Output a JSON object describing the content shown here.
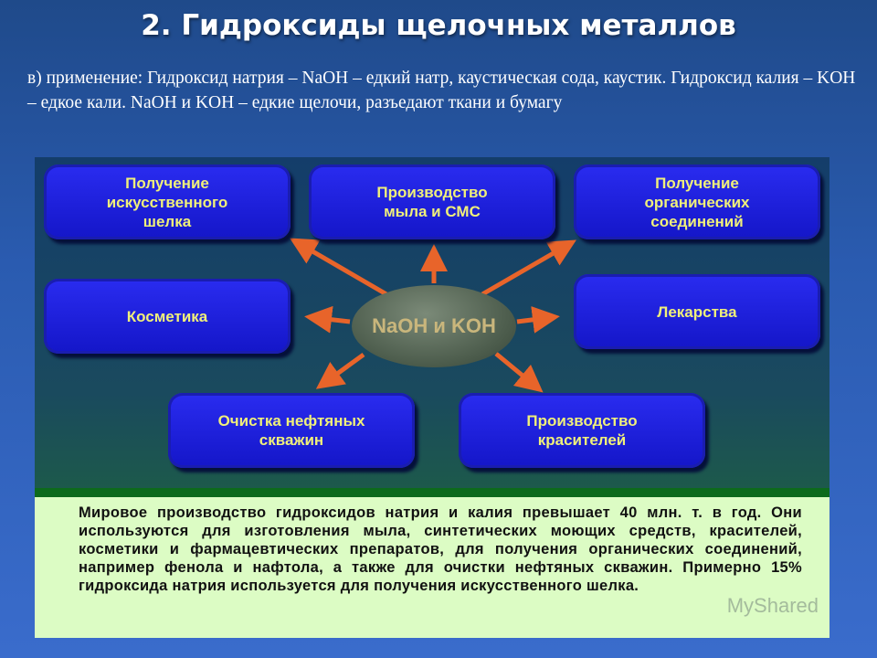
{
  "title": "2. Гидроксиды щелочных металлов",
  "intro": "в) применение: Гидроксид натрия – NaOH – едкий натр, каустическая сода, каустик. Гидроксид калия – KOH – едкое кали. NaOH и KOH – едкие щелочи, разъедают ткани и бумагу",
  "diagram": {
    "center": "NaOH и KOH",
    "boxes": [
      "Получение\nискусственного\nшелка",
      "Производство\nмыла и СМС",
      "Получение\nорганических\nсоединений",
      "Косметика",
      "Лекарства",
      "Очистка нефтяных\nскважин",
      "Производство\nкрасителей"
    ]
  },
  "note": "Мировое производство гидроксидов натрия и калия превышает 40 млн. т. в год. Они используются для изготовления мыла, синтетических моющих средств, красителей, косметики и фармацевтических препаратов, для получения органических соединений, например фенола и нафтола, а также для очистки нефтяных скважин. Примерно 15% гидроксида натрия используется для получения искусственного шелка.",
  "watermark": "MyShared",
  "colors": {
    "box": "#1f22e0",
    "box_text": "#f0f07a",
    "arrow": "#e8642a",
    "note_bg": "#dcfcc4"
  }
}
